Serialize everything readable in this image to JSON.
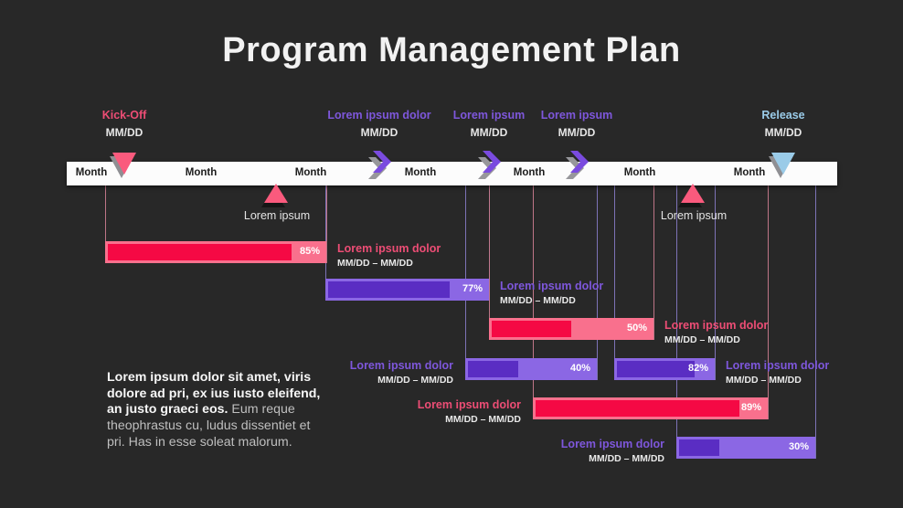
{
  "title": "Program Management Plan",
  "colors": {
    "background": "#282828",
    "pink": "#ED4D75",
    "pink_bar_light": "#F9708D",
    "pink_bar_dark": "#F50944",
    "pink_marker": "#FA5A7D",
    "pink_line": "#C6798C",
    "purple": "#7E57DC",
    "purple_bar_light": "#8B67E4",
    "purple_bar_dark": "#5A2DC3",
    "purple_marker": "#7A4BDF",
    "purple_line": "#8277BF",
    "blue": "#9ACBE8",
    "timeline_bar": "#FCFCFC",
    "month_text": "#1C1C1C"
  },
  "timeline": {
    "months": [
      "Month",
      "Month",
      "Month",
      "Month",
      "Month",
      "Month",
      "Month"
    ]
  },
  "milestones": [
    {
      "label": "Kick-Off",
      "date": "MM/DD",
      "color": "pink",
      "marker": "triangle-down"
    },
    {
      "label": "Lorem ipsum dolor",
      "date": "MM/DD",
      "color": "purple",
      "marker": "chevron"
    },
    {
      "label": "Lorem ipsum",
      "date": "MM/DD",
      "color": "purple",
      "marker": "chevron"
    },
    {
      "label": "Lorem ipsum",
      "date": "MM/DD",
      "color": "purple",
      "marker": "chevron"
    },
    {
      "label": "Release",
      "date": "MM/DD",
      "color": "blue",
      "marker": "triangle-down"
    }
  ],
  "sub_milestones": [
    {
      "label": "Lorem ipsum"
    },
    {
      "label": "Lorem ipsum"
    }
  ],
  "tasks": [
    {
      "label": "Lorem ipsum dolor",
      "dates": "MM/DD – MM/DD",
      "percent": 85,
      "color": "pink",
      "label_side": "right"
    },
    {
      "label": "Lorem ipsum dolor",
      "dates": "MM/DD – MM/DD",
      "percent": 77,
      "color": "purple",
      "label_side": "right"
    },
    {
      "label": "Lorem ipsum dolor",
      "dates": "MM/DD – MM/DD",
      "percent": 50,
      "color": "pink",
      "label_side": "right"
    },
    {
      "label": "Lorem ipsum dolor",
      "dates": "MM/DD – MM/DD",
      "percent": 40,
      "color": "purple",
      "label_side": "left"
    },
    {
      "label": "Lorem ipsum dolor",
      "dates": "MM/DD – MM/DD",
      "percent": 82,
      "color": "purple",
      "label_side": "right"
    },
    {
      "label": "Lorem ipsum dolor",
      "dates": "MM/DD – MM/DD",
      "percent": 89,
      "color": "pink",
      "label_side": "left"
    },
    {
      "label": "Lorem ipsum dolor",
      "dates": "MM/DD – MM/DD",
      "percent": 30,
      "color": "purple",
      "label_side": "left"
    }
  ],
  "description": {
    "bold": "Lorem ipsum dolor sit amet, viris dolore ad pri, ex ius iusto eleifend, an justo graeci eos.",
    "regular": " Eum reque theophrastus cu, ludus dissentiet et pri. Has in esse soleat malorum."
  },
  "chart_data": {
    "type": "gantt",
    "title": "Program Management Plan",
    "x_axis": {
      "unit": "month",
      "tick_labels": [
        "Month",
        "Month",
        "Month",
        "Month",
        "Month",
        "Month",
        "Month"
      ],
      "range_months": [
        0,
        7
      ]
    },
    "legend_position": "none",
    "grid": "vertical connector lines from timeline to each bar",
    "milestones": [
      {
        "label": "Kick-Off",
        "date": "MM/DD",
        "position_month": 0.5,
        "color": "pink",
        "marker": "triangle-down"
      },
      {
        "label": "Lorem ipsum dolor",
        "date": "MM/DD",
        "position_month": 2.8,
        "color": "purple",
        "marker": "chevron"
      },
      {
        "label": "Lorem ipsum",
        "date": "MM/DD",
        "position_month": 3.8,
        "color": "purple",
        "marker": "chevron"
      },
      {
        "label": "Lorem ipsum",
        "date": "MM/DD",
        "position_month": 4.6,
        "color": "purple",
        "marker": "chevron"
      },
      {
        "label": "Release",
        "date": "MM/DD",
        "position_month": 6.5,
        "color": "blue",
        "marker": "triangle-down"
      }
    ],
    "sub_milestones": [
      {
        "label": "Lorem ipsum",
        "position_month": 1.9,
        "marker": "triangle-up",
        "color": "pink"
      },
      {
        "label": "Lorem ipsum",
        "position_month": 5.7,
        "marker": "triangle-up",
        "color": "pink"
      }
    ],
    "tasks": [
      {
        "label": "Lorem ipsum dolor",
        "dates": "MM/DD – MM/DD",
        "start_month": 0.3,
        "end_month": 2.4,
        "percent_complete": 85,
        "color": "pink"
      },
      {
        "label": "Lorem ipsum dolor",
        "dates": "MM/DD – MM/DD",
        "start_month": 2.4,
        "end_month": 3.8,
        "percent_complete": 77,
        "color": "purple"
      },
      {
        "label": "Lorem ipsum dolor",
        "dates": "MM/DD – MM/DD",
        "start_month": 3.8,
        "end_month": 5.3,
        "percent_complete": 50,
        "color": "pink"
      },
      {
        "label": "Lorem ipsum dolor",
        "dates": "MM/DD – MM/DD",
        "start_month": 3.6,
        "end_month": 4.8,
        "percent_complete": 40,
        "color": "purple"
      },
      {
        "label": "Lorem ipsum dolor",
        "dates": "MM/DD – MM/DD",
        "start_month": 5.0,
        "end_month": 5.9,
        "percent_complete": 82,
        "color": "purple"
      },
      {
        "label": "Lorem ipsum dolor",
        "dates": "MM/DD – MM/DD",
        "start_month": 4.2,
        "end_month": 6.4,
        "percent_complete": 89,
        "color": "pink"
      },
      {
        "label": "Lorem ipsum dolor",
        "dates": "MM/DD – MM/DD",
        "start_month": 5.5,
        "end_month": 6.8,
        "percent_complete": 30,
        "color": "purple"
      }
    ]
  }
}
